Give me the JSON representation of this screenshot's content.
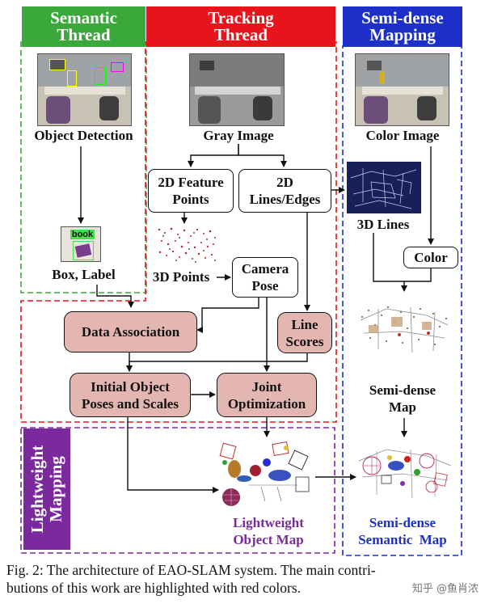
{
  "headers": {
    "semantic": [
      "Semantic",
      "Thread"
    ],
    "tracking": [
      "Tracking",
      "Thread"
    ],
    "mapping": [
      "Semi-dense",
      "Mapping"
    ],
    "lightweight": [
      "Lightweight",
      "Mapping"
    ]
  },
  "nodes": {
    "object_detection": "Object Detection",
    "book_tag": "book",
    "box_label": "Box, Label",
    "gray_image": "Gray Image",
    "feature_points": [
      "2D Feature",
      "Points"
    ],
    "lines_edges": [
      "2D",
      "Lines/Edges"
    ],
    "points_3d": "3D Points",
    "camera_pose": [
      "Camera",
      "Pose"
    ],
    "data_association": "Data Association",
    "line_scores": [
      "Line",
      "Scores"
    ],
    "initial_poses": [
      "Initial Object",
      "Poses and Scales"
    ],
    "joint_optimization": [
      "Joint",
      "Optimization"
    ],
    "color_image": "Color Image",
    "lines_3d": "3D Lines",
    "color": "Color",
    "semidense_map": [
      "Semi-dense",
      "Map"
    ],
    "object_map": [
      "Lightweight",
      "Object Map"
    ],
    "semantic_map": [
      "Semi-dense",
      "Semantic  Map"
    ]
  },
  "caption": [
    "Fig. 2: The architecture of EAO-SLAM system. The main contri-",
    "butions of this work are highlighted with red colors."
  ],
  "watermark": "知乎 @鱼肖浓",
  "colors": {
    "semantic": "#3aa83a",
    "tracking": "#e8141c",
    "mapping": "#1c2fc8",
    "lightweight": "#7b2a9e",
    "highlight": "#e3b6b2"
  }
}
